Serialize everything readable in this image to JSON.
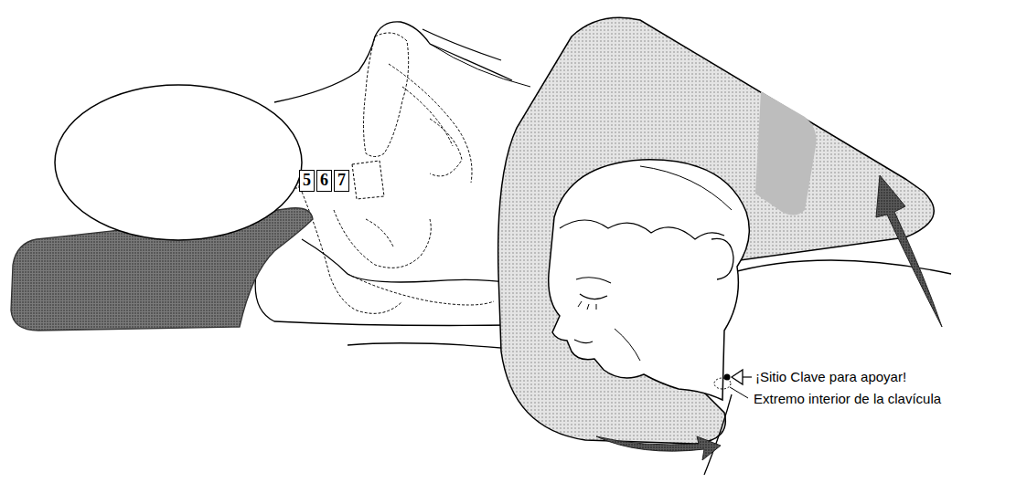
{
  "diagram": {
    "nodes": [
      {
        "text": [
          "5"
        ]
      },
      {
        "text": [
          "6"
        ]
      },
      {
        "text": [
          "7"
        ]
      }
    ],
    "edges": [],
    "labels": [
      "¡Sitio Clave para apoyar!",
      "Extremo interior de la clavícula"
    ]
  }
}
